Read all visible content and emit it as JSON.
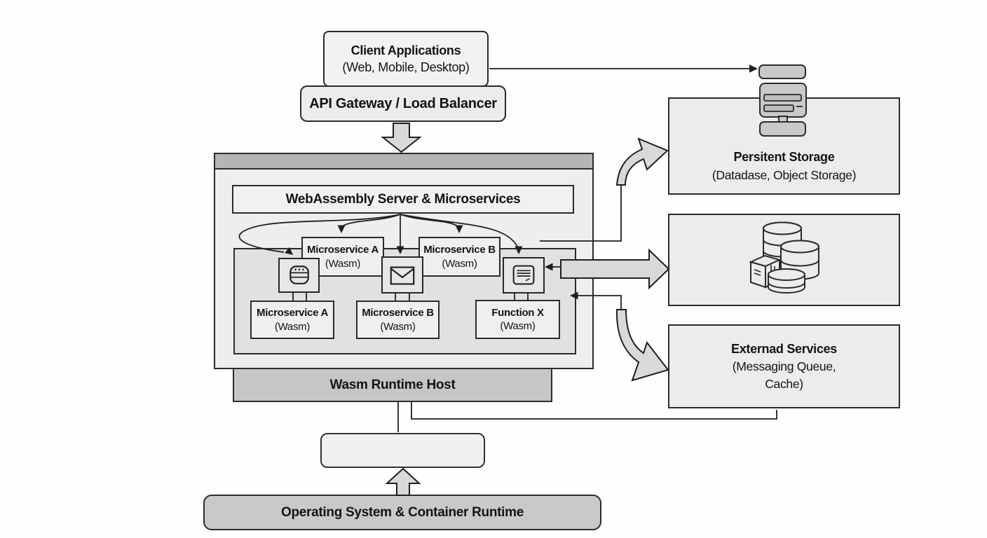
{
  "diagram": {
    "client": {
      "title": "Client Applications",
      "subtitle": "(Web, Mobile, Desktop)"
    },
    "api_gateway": {
      "label": "API Gateway / Load Balancer"
    },
    "wasm_server": {
      "title": "WebAssembly Server & Microservices",
      "upper_services": [
        {
          "name": "Microservice A",
          "runtime": "(Wasm)"
        },
        {
          "name": "Microservice B",
          "runtime": "(Wasm)"
        }
      ],
      "module_icons": [
        "server-stack-icon",
        "envelope-icon",
        "document-icon"
      ],
      "lower_services": [
        {
          "name": "Microservice A",
          "runtime": "(Wasm)"
        },
        {
          "name": "Microservice B",
          "runtime": "(Wasm)"
        },
        {
          "name": "Function X",
          "runtime": "(Wasm)"
        }
      ],
      "runtime_host": {
        "label": "Wasm Runtime Host"
      }
    },
    "os_bar": {
      "label": "Operating System & Container Runtime"
    },
    "persistent_storage": {
      "title": "Persitent Storage",
      "subtitle": "(Datadase, Object Storage)",
      "icon": "storage-server-icon"
    },
    "database_box": {
      "icon": "database-cluster-icon"
    },
    "external_services": {
      "title": "Externad Services",
      "subtitle_line1": "(Messaging Queue,",
      "subtitle_line2": "Cache)"
    },
    "colors": {
      "background": "#fefefe",
      "box_fill_light": "#f0f0f0",
      "box_fill_mid": "#ececec",
      "bar_fill_dark": "#c7c7c7",
      "container_header": "#b5b5b5",
      "inner_fill": "#e1e1e1",
      "arrow_fill": "#d9d9d9",
      "line": "#1f1f1f"
    }
  }
}
